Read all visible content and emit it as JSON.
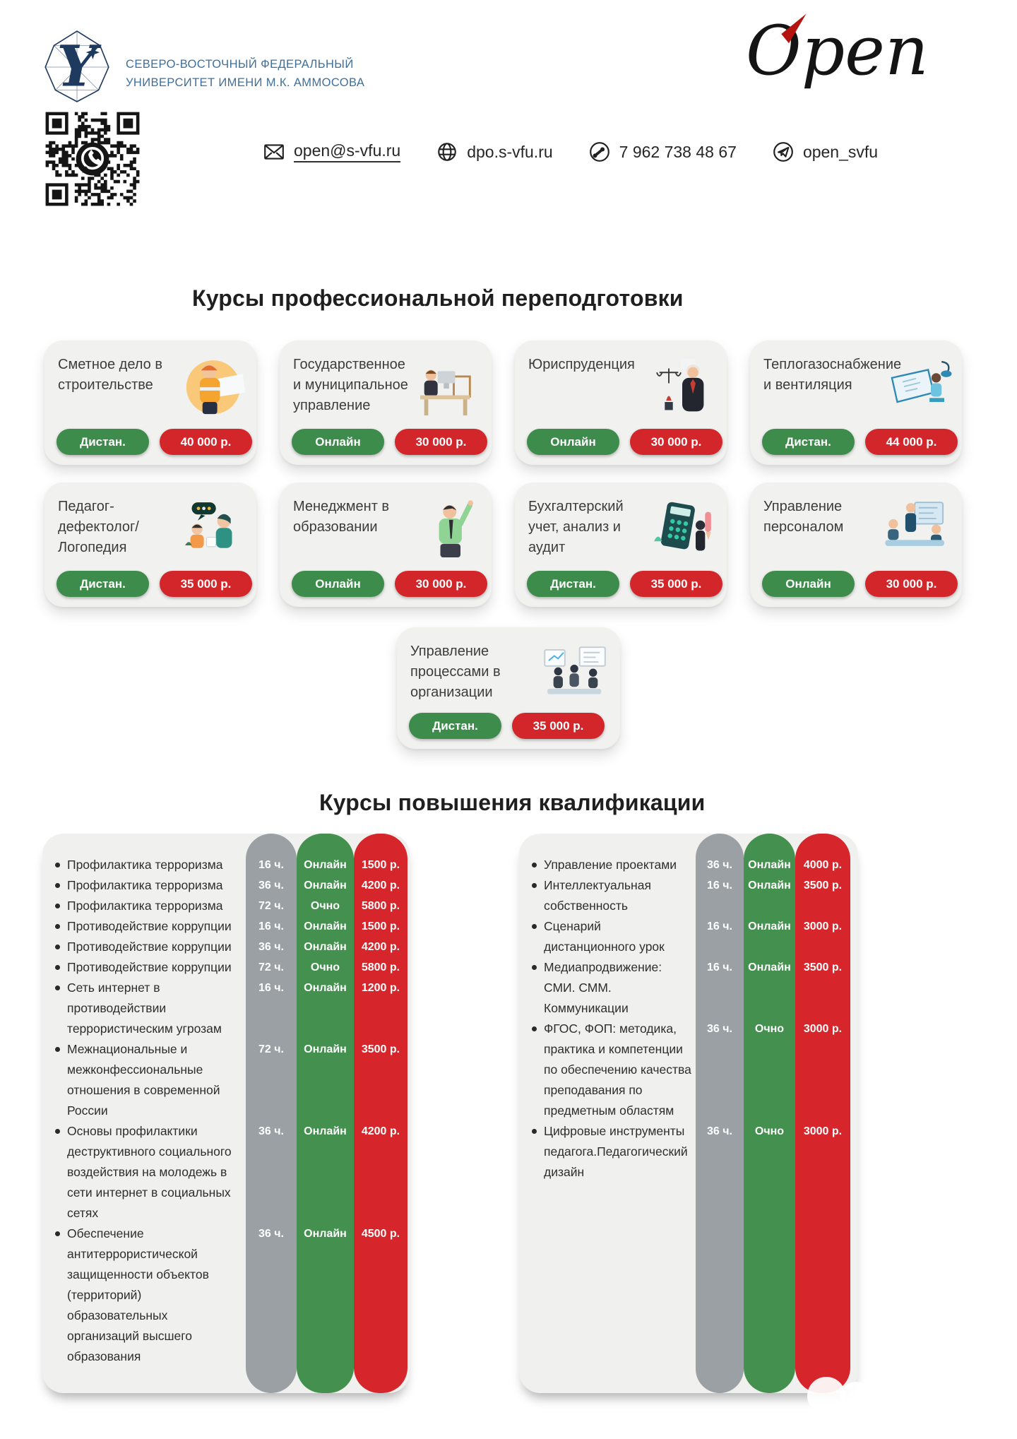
{
  "header": {
    "university_line1": "СЕВЕРО-ВОСТОЧНЫЙ ФЕДЕРАЛЬНЫЙ",
    "university_line2": "УНИВЕРСИТЕТ ИМЕНИ М.К. АММОСОВА",
    "emblem_letter": "Y",
    "brand": "Open"
  },
  "contacts": {
    "email": "open@s-vfu.ru",
    "website": "dpo.s-vfu.ru",
    "phone": "7 962 738 48 67",
    "telegram": "open_svfu"
  },
  "retraining": {
    "title": "Курсы профессиональной переподготовки",
    "cards": [
      {
        "title": "Сметное дело в строительстве",
        "format": "Дистан.",
        "price": "40 000 р.",
        "illustration": "construction-worker"
      },
      {
        "title": "Государственное и муниципальное управление",
        "format": "Онлайн",
        "price": "30 000 р.",
        "illustration": "clerk-at-desk"
      },
      {
        "title": "Юриспруденция",
        "format": "Онлайн",
        "price": "30 000 р.",
        "illustration": "lawyer-with-scales"
      },
      {
        "title": "Теплогазоснабжение и вентиляция",
        "format": "Дистан.",
        "price": "44 000 р.",
        "illustration": "engineer-drafting"
      },
      {
        "title": "Педагог-дефектолог/Логопедия",
        "format": "Дистан.",
        "price": "35 000 р.",
        "illustration": "speech-therapist-with-child"
      },
      {
        "title": "Менеджмент в образовании",
        "format": "Онлайн",
        "price": "30 000 р.",
        "illustration": "teacher-pointing"
      },
      {
        "title": "Бухгалтерский учет, анализ и аудит",
        "format": "Дистан.",
        "price": "35 000 р.",
        "illustration": "accountant-calculator"
      },
      {
        "title": "Управление персоналом",
        "format": "Онлайн",
        "price": "30 000 р.",
        "illustration": "team-meeting"
      },
      {
        "title": "Управление процессами в организации",
        "format": "Дистан.",
        "price": "35 000 р.",
        "illustration": "office-team"
      }
    ]
  },
  "qualification": {
    "title": "Курсы повышения квалификации",
    "left_rows": [
      {
        "title": "Профилактика терроризма",
        "hours": "16 ч.",
        "format": "Онлайн",
        "price": "1500 р."
      },
      {
        "title": "Профилактика терроризма",
        "hours": "36 ч.",
        "format": "Онлайн",
        "price": "4200 р."
      },
      {
        "title": "Профилактика терроризма",
        "hours": "72 ч.",
        "format": "Очно",
        "price": "5800 р."
      },
      {
        "title": "Противодействие коррупции",
        "hours": "16 ч.",
        "format": "Онлайн",
        "price": "1500 р."
      },
      {
        "title": "Противодействие коррупции",
        "hours": "36 ч.",
        "format": "Онлайн",
        "price": "4200 р."
      },
      {
        "title": "Противодействие коррупции",
        "hours": "72 ч.",
        "format": "Очно",
        "price": "5800 р."
      },
      {
        "title": "Сеть интернет в противодействии террористическим угрозам",
        "hours": "16 ч.",
        "format": "Онлайн",
        "price": "1200 р."
      },
      {
        "title": "Межнациональные и межконфессиональные отношения в современной России",
        "hours": "72 ч.",
        "format": "Онлайн",
        "price": "3500 р."
      },
      {
        "title": "Основы профилактики деструктивного социального воздействия на молодежь в сети интернет в социальных сетях",
        "hours": "36 ч.",
        "format": "Онлайн",
        "price": "4200 р."
      },
      {
        "title": "Обеспечение антитеррористической защищенности объектов (территорий) образовательных организаций высшего образования",
        "hours": "36 ч.",
        "format": "Онлайн",
        "price": "4500 р."
      }
    ],
    "right_rows": [
      {
        "title": "Управление проектами",
        "hours": "36 ч.",
        "format": "Онлайн",
        "price": "4000 р."
      },
      {
        "title": "Интеллектуальная собственность",
        "hours": "16 ч.",
        "format": "Онлайн",
        "price": "3500 р."
      },
      {
        "title": "Сценарий дистанционного урок",
        "hours": "16 ч.",
        "format": "Онлайн",
        "price": "3000 р."
      },
      {
        "title": "Медиапродвижение: СМИ. СММ. Коммуникации",
        "hours": "16 ч.",
        "format": "Онлайн",
        "price": "3500 р."
      },
      {
        "title": "ФГОС, ФОП: методика, практика и компетенции по обеспечению качества преподавания по предметным областям",
        "hours": "36 ч.",
        "format": "Очно",
        "price": "3000 р."
      },
      {
        "title": "Цифровые инструменты педагога.Педагогический дизайн",
        "hours": "36 ч.",
        "format": "Очно",
        "price": "3000 р."
      }
    ]
  },
  "colors": {
    "badge_green": "#3e8c4b",
    "badge_red": "#d2262b",
    "column_gray": "#9ba0a5",
    "column_green": "#44904e",
    "column_red": "#d6262b",
    "university_blue": "#3f6f9b",
    "brand_red": "#e5271c"
  }
}
